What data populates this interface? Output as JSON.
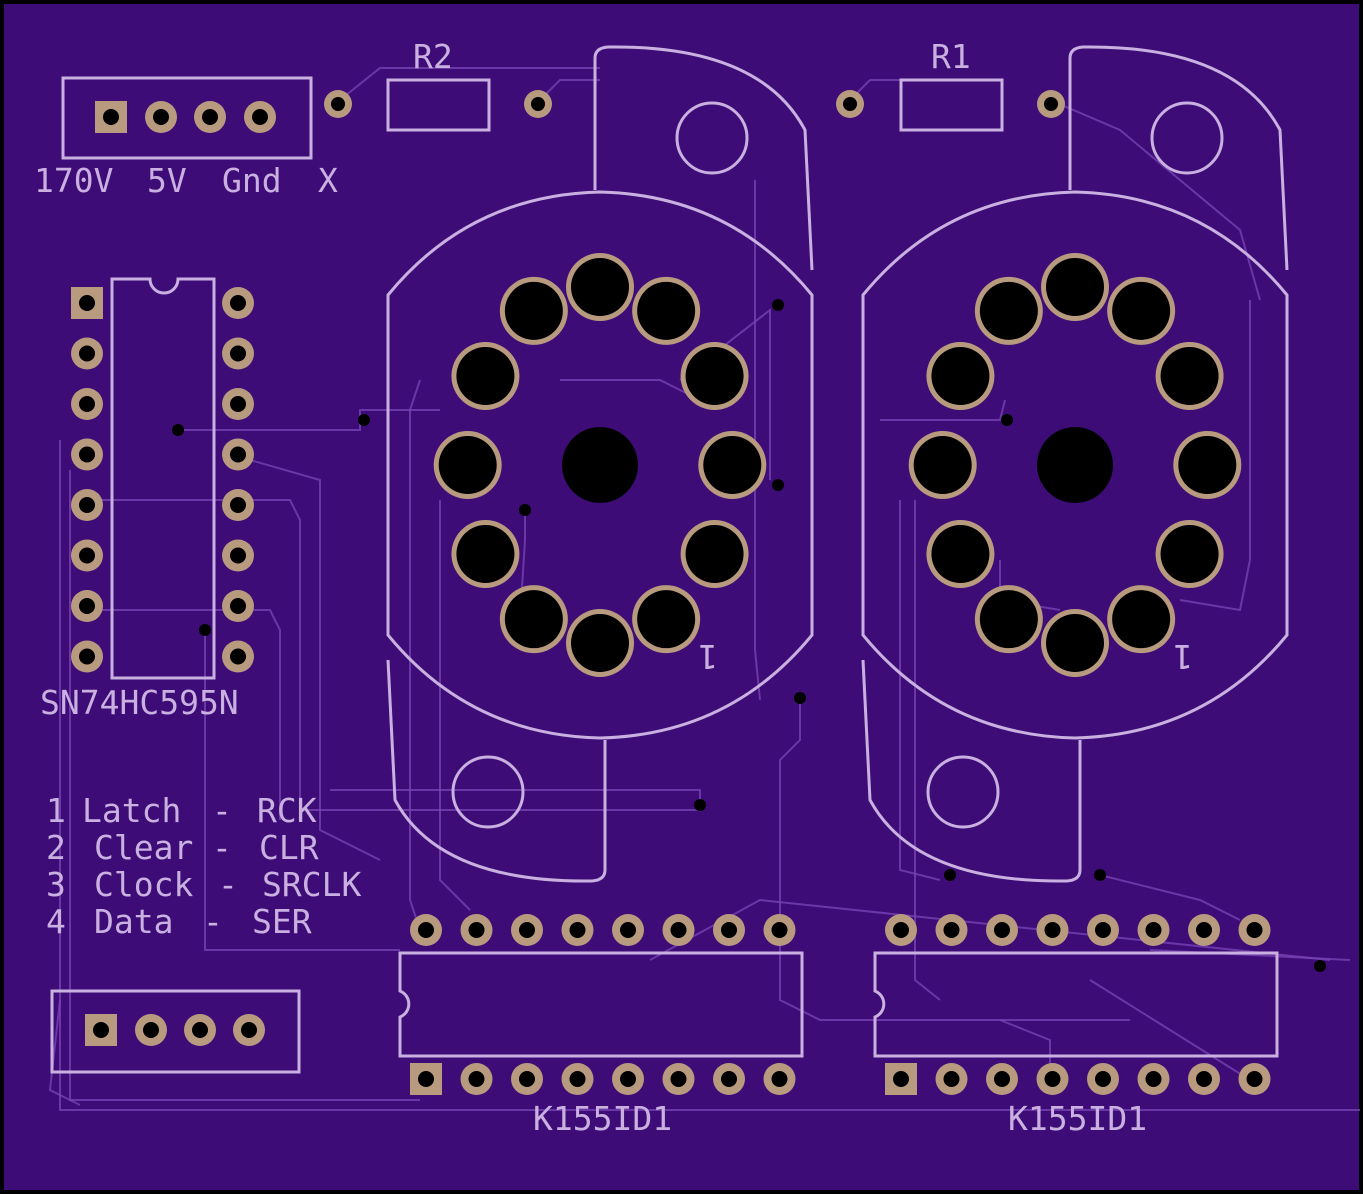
{
  "colors": {
    "board": "#3d0c77",
    "silkscreen": "#c9b0e0",
    "pad": "#b89a7e",
    "hole": "#000000",
    "trace": "#7a46b5",
    "outline": "#000000"
  },
  "labels": {
    "r2": "R2",
    "r1": "R1",
    "ic_shift": "SN74HC595N",
    "ic_driver_left": "K155ID1",
    "ic_driver_right": "K155ID1",
    "tube_marker_left": "1",
    "tube_marker_right": "1"
  },
  "power_header_labels": [
    "170V",
    "5V",
    "Gnd",
    "X"
  ],
  "pin_legend": [
    {
      "num": "1",
      "name": "Latch",
      "dash": "-",
      "signal": "RCK"
    },
    {
      "num": "2",
      "name": "Clear",
      "dash": "-",
      "signal": "CLR"
    },
    {
      "num": "3",
      "name": "Clock",
      "dash": "-",
      "signal": "SRCLK"
    },
    {
      "num": "4",
      "name": "Data",
      "dash": "-",
      "signal": "SER"
    }
  ]
}
